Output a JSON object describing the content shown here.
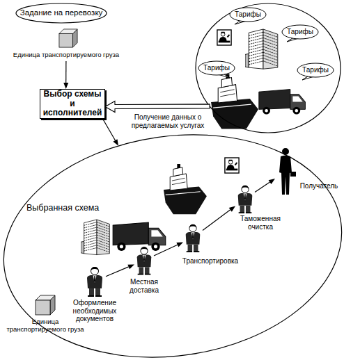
{
  "diagram": {
    "nodes": [
      {
        "text": [
          "Задание на перевозку"
        ]
      },
      {
        "text": [
          "Единица транспортируемого груза"
        ]
      },
      {
        "text": [
          "Выбор схемы и исполнителей"
        ]
      },
      {
        "text": []
      },
      {
        "text": [
          "Тарифы"
        ],
        "in": 3
      },
      {
        "text": [
          "Тарифы"
        ],
        "in": 3
      },
      {
        "text": [
          "Тарифы"
        ],
        "in": 3
      },
      {
        "text": [
          "Тарифы"
        ],
        "in": 3
      },
      {
        "text": [
          "Выбранная схема"
        ]
      },
      {
        "text": [
          "Единица транспортируемого груза"
        ],
        "in": 8
      },
      {
        "text": [
          "Оформление необходимых документов"
        ],
        "in": 8
      },
      {
        "text": [
          "Местная доставка"
        ],
        "in": 8
      },
      {
        "text": [
          "Транспортировка"
        ],
        "in": 8
      },
      {
        "text": [
          "Таможенная очистка"
        ],
        "in": 8
      },
      {
        "text": [
          "Получатель"
        ],
        "in": 8
      }
    ],
    "edges": [
      {
        "from": 1,
        "to": 2,
        "arrow": "to"
      },
      {
        "from": 3,
        "to": 2,
        "label": "Получение данных о предлагаемых услугах",
        "arrow": "to"
      },
      {
        "from": 2,
        "to": 8,
        "arrow": "to"
      },
      {
        "from": 10,
        "to": 11,
        "arrow": "to"
      },
      {
        "from": 11,
        "to": 12,
        "arrow": "to"
      },
      {
        "from": 12,
        "to": 13,
        "arrow": "to"
      },
      {
        "from": 13,
        "to": 14,
        "arrow": "to"
      }
    ]
  }
}
